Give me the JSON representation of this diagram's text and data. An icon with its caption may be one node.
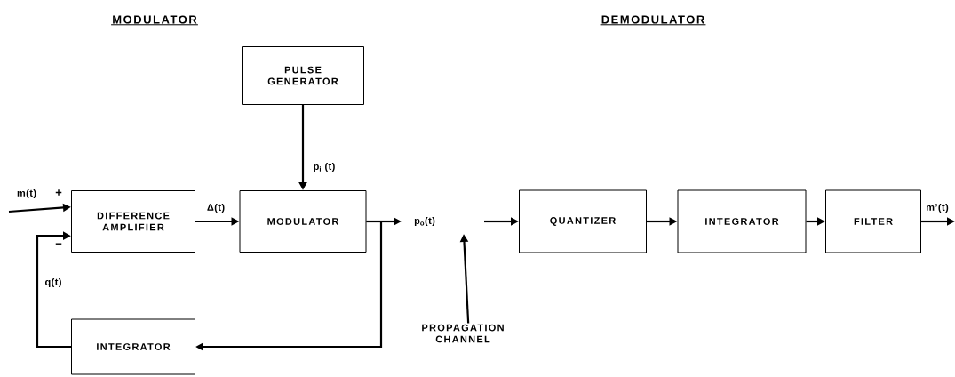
{
  "diagram": {
    "nodes": [
      {
        "text": [
          "PULSE GENERATOR"
        ]
      },
      {
        "text": [
          "DIFFERENCE AMPLIFIER"
        ]
      },
      {
        "text": [
          "MODULATOR"
        ]
      },
      {
        "text": [
          "INTEGRATOR"
        ]
      },
      {
        "text": [
          "QUANTIZER"
        ]
      },
      {
        "text": [
          "INTEGRATOR"
        ]
      },
      {
        "text": [
          "FILTER"
        ]
      },
      {
        "text": [
          "PROPAGATION CHANNEL"
        ]
      }
    ],
    "edges": [
      {
        "from": null,
        "to": 1,
        "arrow": "to",
        "label": "m(t)"
      },
      {
        "from": 0,
        "to": 2,
        "arrow": "to",
        "label": "p$_{i}$ (t)"
      },
      {
        "from": 1,
        "to": 2,
        "arrow": "to",
        "label": "Δ(t)"
      },
      {
        "from": 2,
        "to": null,
        "arrow": "to",
        "label": "p$_{o}$(t)"
      },
      {
        "from": 2,
        "to": 3,
        "arrow": "to"
      },
      {
        "from": 3,
        "to": 1,
        "arrow": "to",
        "label": "q(t)"
      },
      {
        "from": null,
        "to": 4,
        "arrow": "to"
      },
      {
        "from": 4,
        "to": 5,
        "arrow": "to"
      },
      {
        "from": 5,
        "to": 6,
        "arrow": "to"
      },
      {
        "from": 6,
        "to": null,
        "arrow": "to",
        "label": "m’(t)"
      },
      {
        "from": 7,
        "to": null,
        "arrow": "to"
      }
    ],
    "labels": [
      "MODULATOR",
      "DEMODULATOR",
      "+",
      "−"
    ]
  }
}
